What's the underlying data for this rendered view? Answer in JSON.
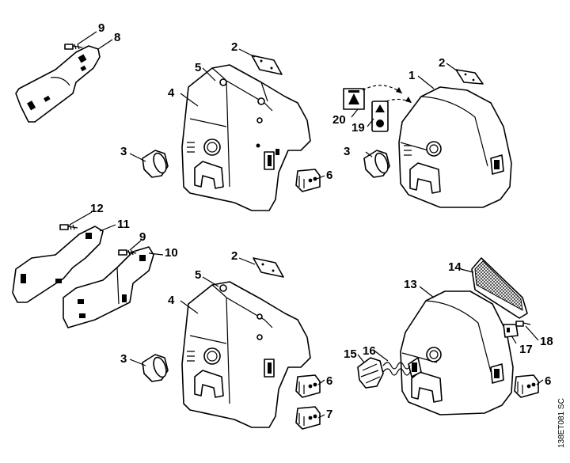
{
  "diagram": {
    "callouts": {
      "c1": "1",
      "c2": "2",
      "c3": "3",
      "c4": "4",
      "c5": "5",
      "c6": "6",
      "c7": "7",
      "c8": "8",
      "c9": "9",
      "c10": "10",
      "c11": "11",
      "c12": "12",
      "c13": "13",
      "c14": "14",
      "c15": "15",
      "c16": "16",
      "c17": "17",
      "c18": "18",
      "c19": "19",
      "c20": "20"
    },
    "drawing_code": "138ET081 SC"
  }
}
